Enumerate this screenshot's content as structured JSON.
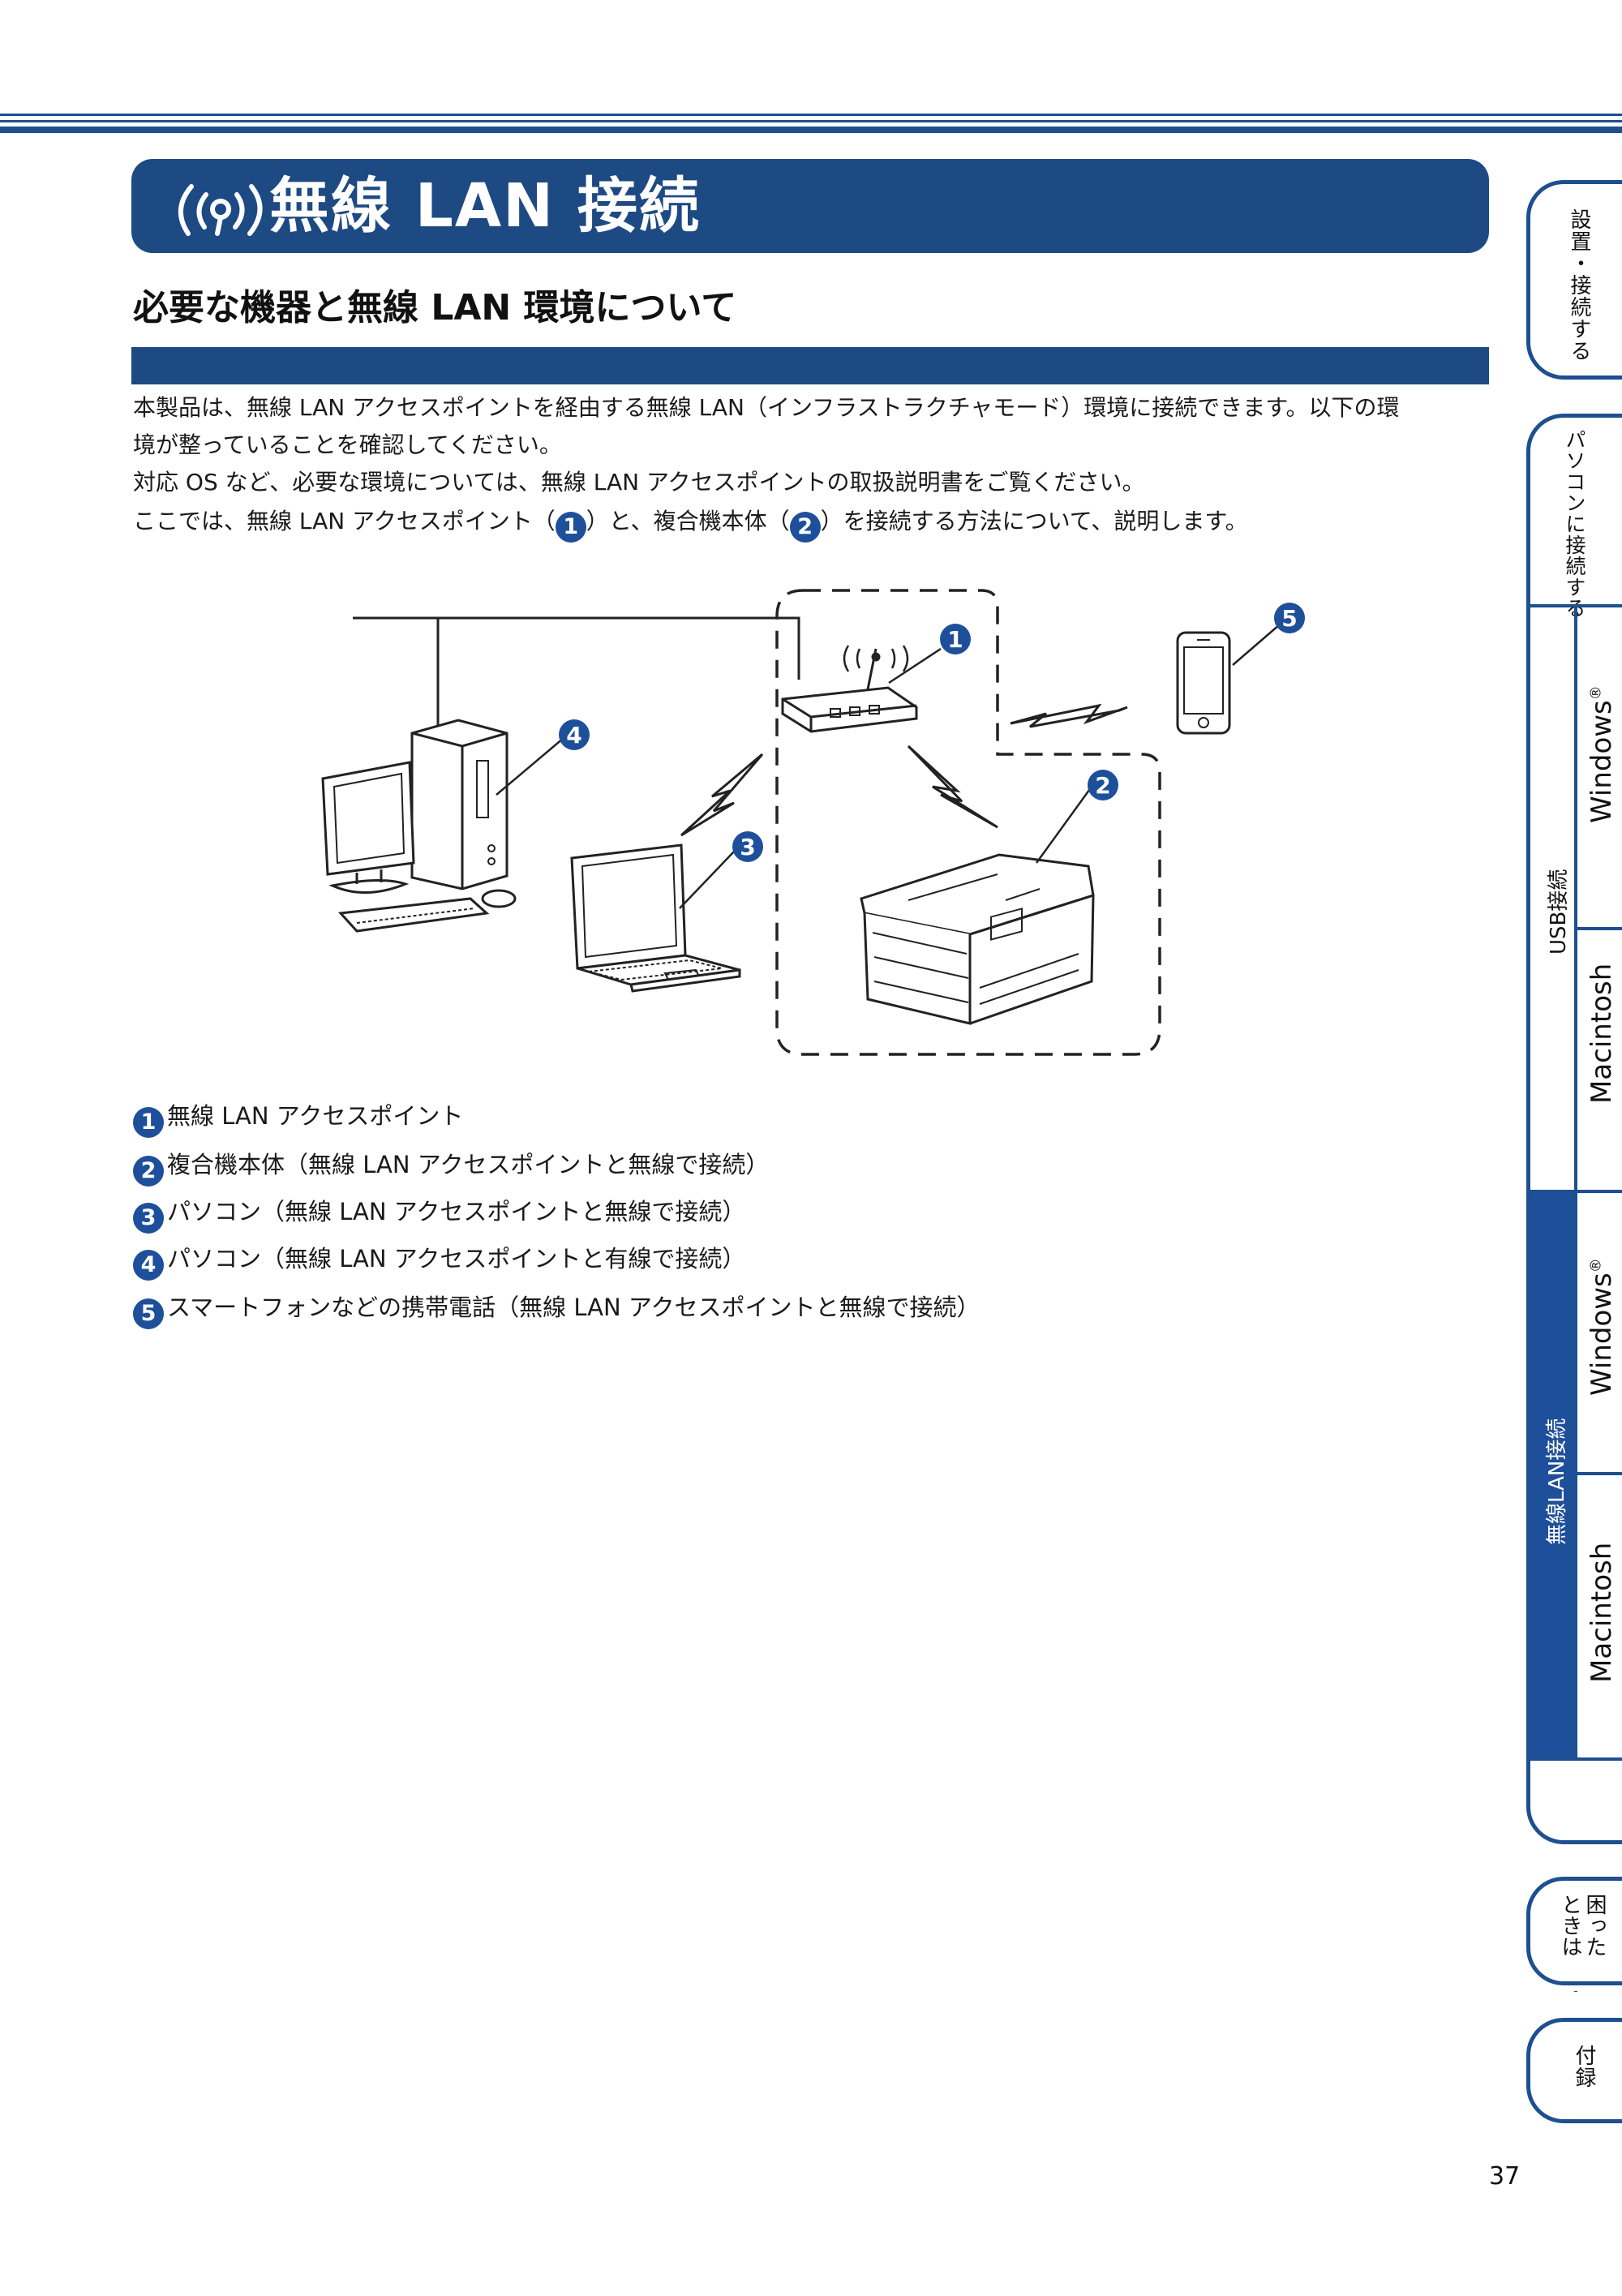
{
  "banner": {
    "title": "無線 LAN 接続"
  },
  "section": {
    "title": "必要な機器と無線 LAN 環境について"
  },
  "intro": {
    "line1": "本製品は、無線 LAN アクセスポイントを経由する無線 LAN（インフラストラクチャモード）環境に接続できます。以下の環",
    "line2": "境が整っていることを確認してください。",
    "line3": "対応 OS など、必要な環境については、無線 LAN アクセスポイントの取扱説明書をご覧ください。",
    "line4_a": "ここでは、無線 LAN アクセスポイント（",
    "line4_b": "）と、複合機本体（",
    "line4_c": "）を接続する方法について、説明します。"
  },
  "numbers": [
    "1",
    "2",
    "3",
    "4",
    "5"
  ],
  "legend": [
    {
      "num": "1",
      "text": "無線 LAN アクセスポイント"
    },
    {
      "num": "2",
      "text": "複合機本体（無線 LAN アクセスポイントと無線で接続）"
    },
    {
      "num": "3",
      "text": "パソコン（無線 LAN アクセスポイントと無線で接続）"
    },
    {
      "num": "4",
      "text": "パソコン（無線 LAN アクセスポイントと有線で接続）"
    },
    {
      "num": "5",
      "text": "スマートフォンなどの携帯電話（無線 LAN アクセスポイントと無線で接続）"
    }
  ],
  "tabs": {
    "setup": "設置・接続する",
    "pc": "パソコンに接続する",
    "usb": "USB接続",
    "wireless": "無線LAN接続",
    "windows": "Windows",
    "reg": "®",
    "macintosh": "Macintosh",
    "trouble": "困ったときは",
    "trouble_col1": "困った",
    "trouble_col2": "とき",
    "trouble_col3": "は",
    "appendix": "付録"
  },
  "page_number": "37",
  "colors": {
    "brand_blue": "#1e4a84",
    "accent_blue": "#1e4f9a"
  }
}
